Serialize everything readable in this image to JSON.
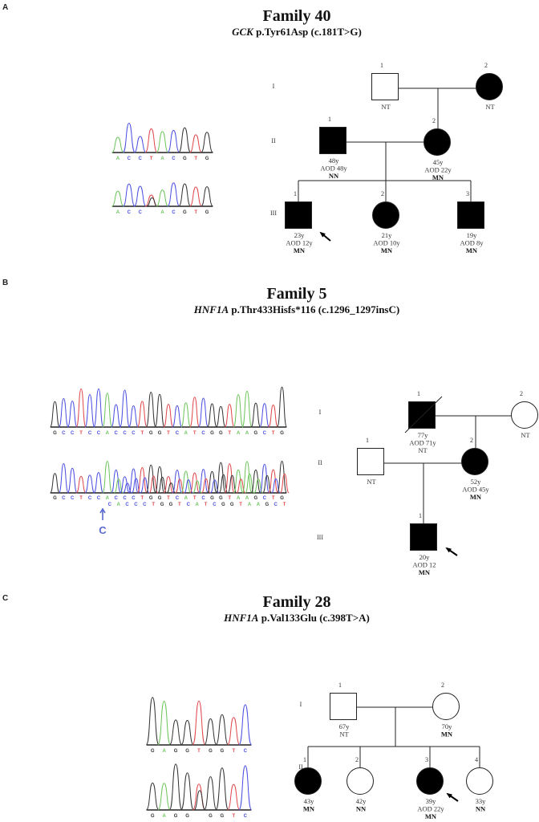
{
  "base_colors": {
    "A": "#6cc45a",
    "C": "#4a4ee0",
    "G": "#333333",
    "T": "#e0464a",
    "-": "#999999"
  },
  "panels": [
    {
      "letter": "A",
      "title": "Family 40",
      "gene": "GCK",
      "variant": " p.Tyr61Asp (c.181T>G)",
      "generations": [
        "I",
        "II",
        "III"
      ],
      "chromatograms": [
        {
          "bases": "ACCTACGTG"
        },
        {
          "bases": "ACC-ACGTG"
        }
      ],
      "individuals": [
        {
          "id": "I-1",
          "number": "1",
          "sex": "male",
          "affected": false,
          "lines": [
            "NT"
          ]
        },
        {
          "id": "I-2",
          "number": "2",
          "sex": "female",
          "affected": true,
          "lines": [
            "NT"
          ]
        },
        {
          "id": "II-1",
          "number": "1",
          "sex": "male",
          "affected": true,
          "lines": [
            "48y",
            "AOD 48y",
            "NN"
          ]
        },
        {
          "id": "II-2",
          "number": "2",
          "sex": "female",
          "affected": true,
          "lines": [
            "45y",
            "AOD 22y",
            "MN"
          ]
        },
        {
          "id": "III-1",
          "number": "1",
          "sex": "male",
          "affected": true,
          "proband": true,
          "lines": [
            "23y",
            "AOD 12y",
            "MN"
          ]
        },
        {
          "id": "III-2",
          "number": "2",
          "sex": "female",
          "affected": true,
          "lines": [
            "21y",
            "AOD 10y",
            "MN"
          ]
        },
        {
          "id": "III-3",
          "number": "3",
          "sex": "male",
          "affected": true,
          "lines": [
            "19y",
            "AOD 8y",
            "MN"
          ]
        }
      ]
    },
    {
      "letter": "B",
      "title": "Family 5",
      "gene": "HNF1A",
      "variant": " p.Thr433Hisfs*116 (c.1296_1297insC)",
      "generations": [
        "I",
        "II",
        "III"
      ],
      "chromatograms": [
        {
          "bases": "GCCTCCACCCTGGTCATCGGTAAGCTG"
        },
        {
          "bases": "GCCTCCACCCTGGTCATCGGTAAGCTG",
          "second_bases": "CACCCTGGTCATCGGTAAGCT",
          "insertion_label": "C"
        }
      ],
      "individuals": [
        {
          "id": "I-1",
          "number": "1",
          "sex": "male",
          "affected": true,
          "deceased": true,
          "lines": [
            "77y",
            "AOD 71y",
            "NT"
          ]
        },
        {
          "id": "I-2",
          "number": "2",
          "sex": "female",
          "affected": false,
          "lines": [
            "NT"
          ]
        },
        {
          "id": "II-1",
          "number": "1",
          "sex": "male",
          "affected": false,
          "lines": [
            "NT"
          ]
        },
        {
          "id": "II-2",
          "number": "2",
          "sex": "female",
          "affected": true,
          "lines": [
            "52y",
            "AOD 45y",
            "MN"
          ]
        },
        {
          "id": "III-1",
          "number": "1",
          "sex": "male",
          "affected": true,
          "proband": true,
          "lines": [
            "20y",
            "AOD 12",
            "MN"
          ]
        }
      ]
    },
    {
      "letter": "C",
      "title": "Family 28",
      "gene": "HNF1A",
      "variant": " p.Val133Glu (c.398T>A)",
      "generations": [
        "I",
        "II"
      ],
      "chromatograms": [
        {
          "bases": "GAGGTGGTC"
        },
        {
          "bases": "GAGG-GGTC"
        }
      ],
      "individuals": [
        {
          "id": "I-1",
          "number": "1",
          "sex": "male",
          "affected": false,
          "lines": [
            "67y",
            "NT"
          ]
        },
        {
          "id": "I-2",
          "number": "2",
          "sex": "female",
          "affected": false,
          "lines": [
            "70y",
            "MN"
          ]
        },
        {
          "id": "II-1",
          "number": "1",
          "sex": "female",
          "affected": true,
          "lines": [
            "43y",
            "MN"
          ]
        },
        {
          "id": "II-2",
          "number": "2",
          "sex": "female",
          "affected": false,
          "lines": [
            "42y",
            "NN"
          ]
        },
        {
          "id": "II-3",
          "number": "3",
          "sex": "female",
          "affected": true,
          "proband": true,
          "lines": [
            "39y",
            "AOD 22y",
            "MN"
          ]
        },
        {
          "id": "II-4",
          "number": "4",
          "sex": "female",
          "affected": false,
          "lines": [
            "33y",
            "NN"
          ]
        }
      ]
    }
  ]
}
